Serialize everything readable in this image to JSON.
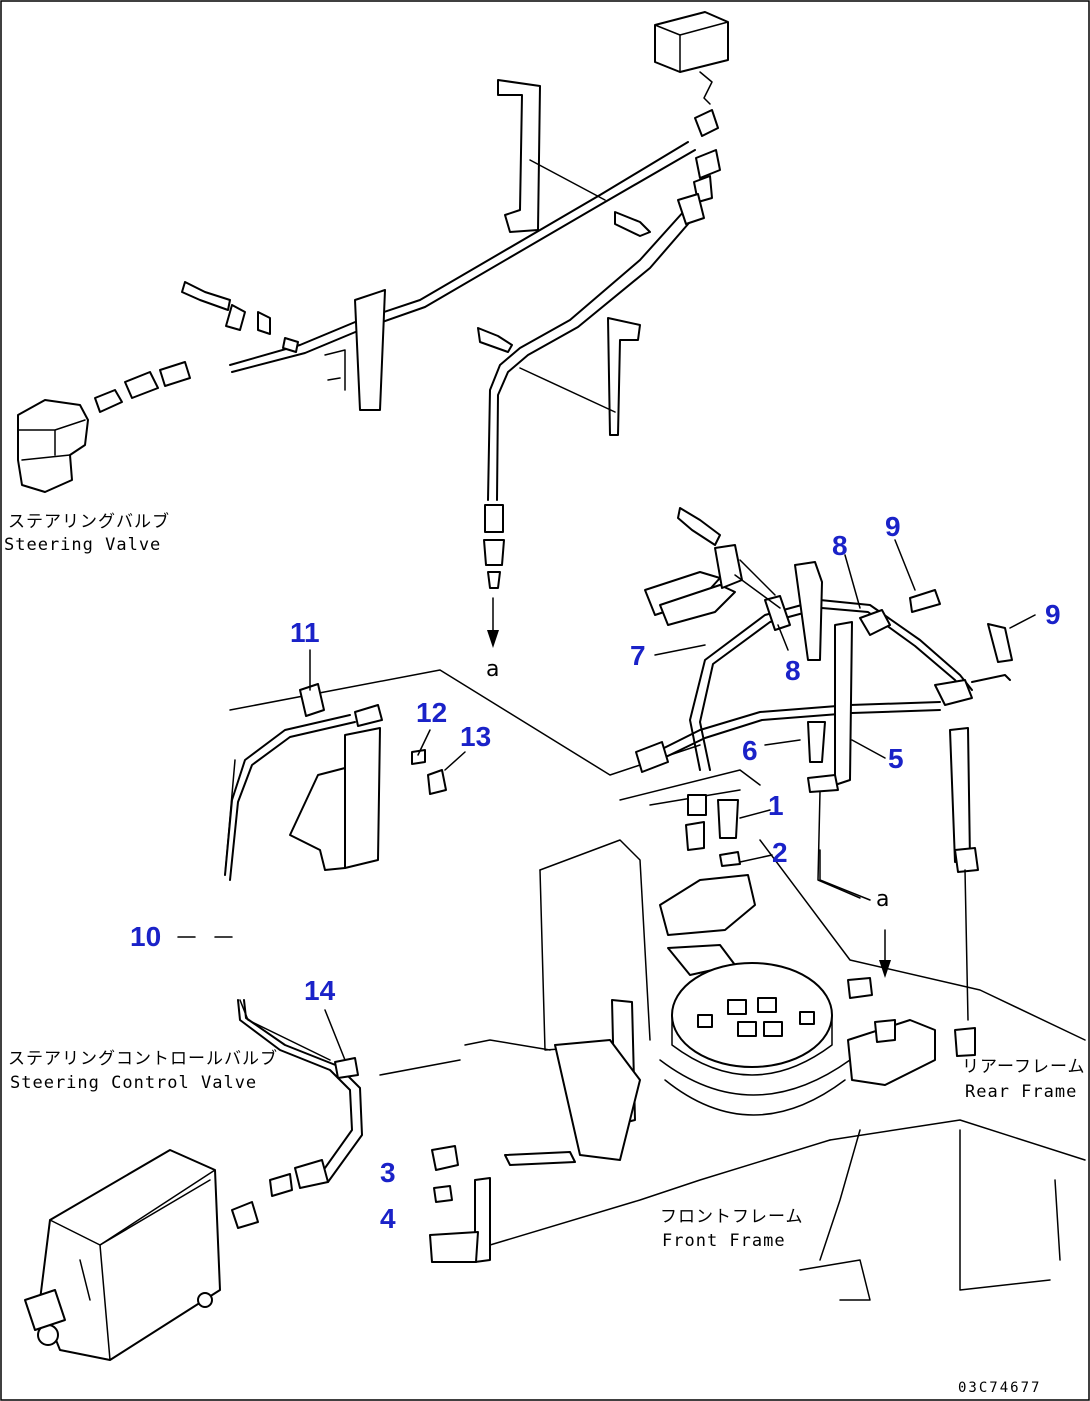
{
  "callouts": [
    {
      "id": "1",
      "label": "1"
    },
    {
      "id": "2",
      "label": "2"
    },
    {
      "id": "3",
      "label": "3"
    },
    {
      "id": "4",
      "label": "4"
    },
    {
      "id": "5",
      "label": "5"
    },
    {
      "id": "6",
      "label": "6"
    },
    {
      "id": "7",
      "label": "7"
    },
    {
      "id": "8a",
      "label": "8"
    },
    {
      "id": "8b",
      "label": "8"
    },
    {
      "id": "9a",
      "label": "9"
    },
    {
      "id": "9b",
      "label": "9"
    },
    {
      "id": "10",
      "label": "10"
    },
    {
      "id": "11",
      "label": "11"
    },
    {
      "id": "12",
      "label": "12"
    },
    {
      "id": "13",
      "label": "13"
    },
    {
      "id": "14",
      "label": "14"
    }
  ],
  "captions": {
    "steering_valve_jp": "ステアリングバルブ",
    "steering_valve_en": "Steering Valve",
    "steering_control_valve_jp": "ステアリングコントロールバルブ",
    "steering_control_valve_en": "Steering Control Valve",
    "rear_frame_jp": "リアーフレーム",
    "rear_frame_en": "Rear Frame",
    "front_frame_jp": "フロントフレーム",
    "front_frame_en": "Front Frame"
  },
  "connection_marks": {
    "a_top": "a",
    "a_bottom": "a"
  },
  "drawing_number": "03C74677",
  "colors": {
    "line": "#000000",
    "callout": "#1a22c8",
    "background": "#ffffff"
  }
}
